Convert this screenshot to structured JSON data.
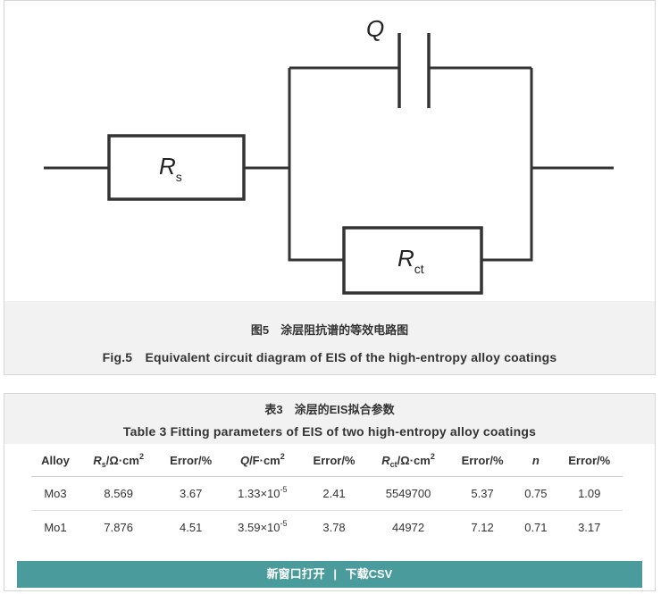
{
  "figure": {
    "labels": {
      "capacitor": "Q",
      "rs_main": "R",
      "rs_sub": "s",
      "rct_main": "R",
      "rct_sub": "ct"
    },
    "caption_cn": "图5　涂层阻抗谱的等效电路图",
    "caption_en": "Fig.5　Equivalent circuit diagram of EIS of the high-entropy alloy coatings"
  },
  "table": {
    "caption_cn": "表3　涂层的EIS拟合参数",
    "caption_en": "Table 3  Fitting parameters of EIS of two high-entropy alloy coatings",
    "headers": {
      "alloy": "Alloy",
      "rs_main": "R",
      "rs_sub": "s",
      "rs_unit": "/Ω·cm",
      "rs_exp": "2",
      "err1": "Error/%",
      "q_main": "Q",
      "q_unit": "/F·cm",
      "q_exp": "2",
      "err2": "Error/%",
      "rct_main": "R",
      "rct_sub": "ct",
      "rct_unit": "/Ω·cm",
      "rct_exp": "2",
      "err3": "Error/%",
      "n": "n",
      "err4": "Error/%"
    },
    "rows": [
      {
        "alloy": "Mo3",
        "rs": "8.569",
        "err1": "3.67",
        "q_base": "1.33×10",
        "q_exp": "-5",
        "err2": "2.41",
        "rct": "5549700",
        "err3": "5.37",
        "n": "0.75",
        "err4": "1.09"
      },
      {
        "alloy": "Mo1",
        "rs": "7.876",
        "err1": "4.51",
        "q_base": "3.59×10",
        "q_exp": "-5",
        "err2": "3.78",
        "rct": "44972",
        "err3": "7.12",
        "n": "0.71",
        "err4": "3.17"
      }
    ]
  },
  "actions": {
    "open_new_window": "新窗口打开",
    "separator": "|",
    "download_csv": "下载CSV"
  }
}
